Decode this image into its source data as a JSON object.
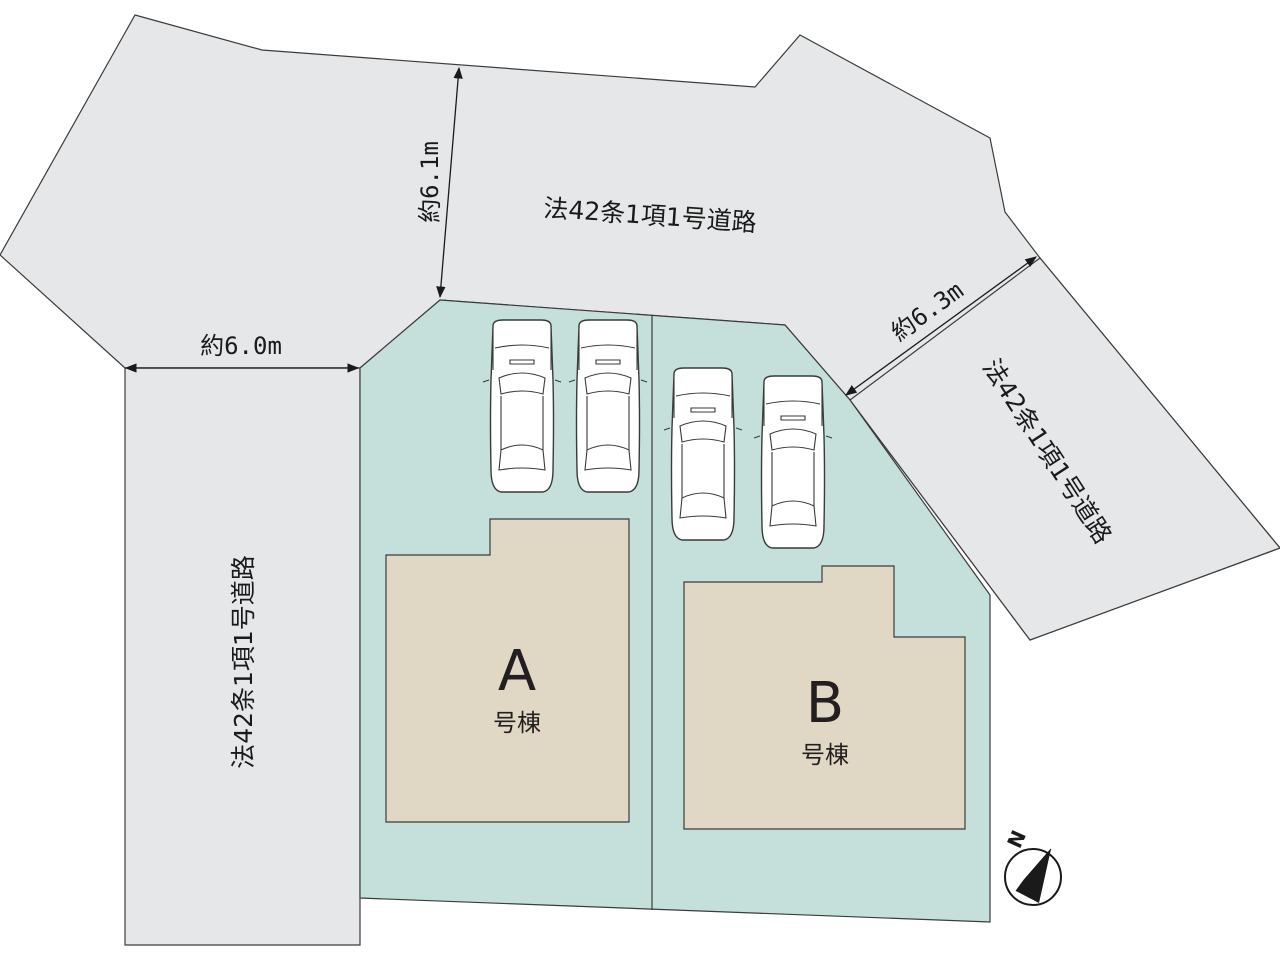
{
  "roads": {
    "north": "法42条1項1号道路",
    "east": "法42条1項1号道路",
    "west": "法42条1項1号道路"
  },
  "dimensions": {
    "north_width": "約6.1m",
    "east_width": "約6.3m",
    "west_width": "約6.0m"
  },
  "houses": [
    {
      "letter": "A",
      "label": "号棟"
    },
    {
      "letter": "B",
      "label": "号棟"
    }
  ],
  "parking": {
    "car_count": 4
  },
  "compass": {
    "label": "N",
    "icon": "north-arrow-icon"
  }
}
